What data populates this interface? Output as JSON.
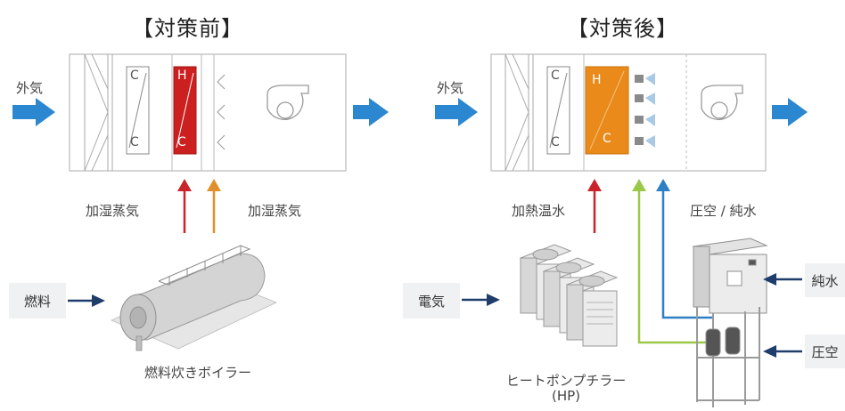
{
  "before": {
    "title": "【対策前】",
    "outside_air": "外気",
    "coil_top": "C",
    "coil_bottom": "C",
    "heater_top": "H",
    "heater_bottom": "C",
    "humid_left": "加湿蒸気",
    "humid_right": "加湿蒸気",
    "fuel": "燃料",
    "boiler": "燃料炊きボイラー"
  },
  "after": {
    "title": "【対策後】",
    "outside_air": "外気",
    "coil_top": "C",
    "coil_bottom": "C",
    "heater_top": "H",
    "heater_bottom": "C",
    "hot_water": "加熱温水",
    "air_water": "圧空 / 純水",
    "electricity": "電気",
    "chiller_line1": "ヒートポンプチラー",
    "chiller_line2": "(HP)",
    "pure_water": "純水",
    "compressed_air": "圧空"
  },
  "colors": {
    "flow_blue": "#2b88d0",
    "heater_red": "#cc1f1f",
    "heater_orange": "#e98a1a",
    "arrow_red": "#c8242b",
    "arrow_orange": "#e0902a",
    "arrow_green": "#9cc84a",
    "arrow_blue": "#2f7fc4",
    "navy": "#1f3d6b"
  }
}
